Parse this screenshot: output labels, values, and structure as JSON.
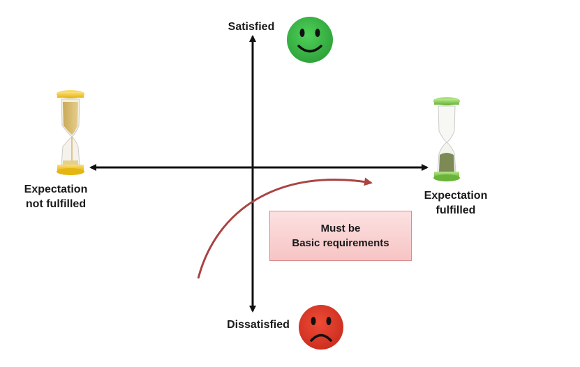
{
  "axis_labels": {
    "top": "Satisfied",
    "bottom": "Dissatisfied",
    "left_line1": "Expectation",
    "left_line2": "not fulfilled",
    "right_line1": "Expectation",
    "right_line2": "fulfilled"
  },
  "box": {
    "line1": "Must be",
    "line2": "Basic requirements"
  },
  "colors": {
    "happy_face": "#3cb043",
    "sad_face": "#e03a2a",
    "curve": "#a94442",
    "left_hourglass": "#f0c419",
    "right_hourglass": "#8bcf4a",
    "box_fill": "#f9d0d0"
  },
  "icons": {
    "top": "happy-face-icon",
    "bottom": "sad-face-icon",
    "left": "hourglass-yellow-icon",
    "right": "hourglass-green-icon"
  }
}
